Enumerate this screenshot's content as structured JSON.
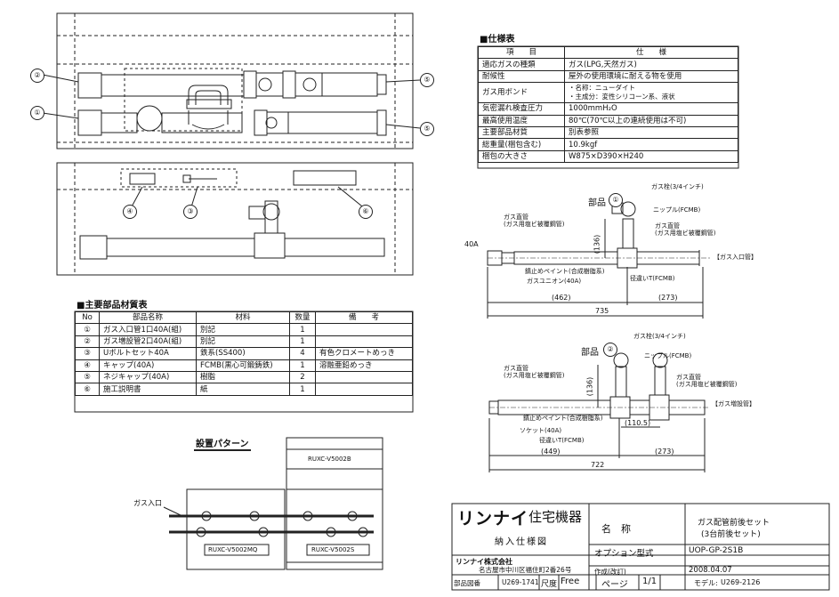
{
  "spec": {
    "title": "■仕様表",
    "headers": [
      "項　　目",
      "仕　　様"
    ],
    "rows": [
      [
        "適応ガスの種類",
        "ガス(LPG,天然ガス)"
      ],
      [
        "耐候性",
        "屋外の使用環境に耐える物を使用"
      ],
      [
        "ガス用ボンド",
        "・名称：ニューダイト\n・主成分：変性シリコーン系、液状"
      ],
      [
        "気密漏れ検査圧力",
        "1000mmH₂O"
      ],
      [
        "最高使用温度",
        "80℃(70℃以上の連続使用は不可)"
      ],
      [
        "主要部品材質",
        "別表参照"
      ],
      [
        "総重量(梱包含む)",
        "10.9kgf"
      ],
      [
        "梱包の大きさ",
        "W875×D390×H240"
      ]
    ]
  },
  "parts": {
    "title": "■主要部品材質表",
    "headers": [
      "No",
      "部品名称",
      "材料",
      "数量",
      "備　　考"
    ],
    "rows": [
      [
        "①",
        "ガス入口管1口40A(組)",
        "別記",
        "1",
        ""
      ],
      [
        "②",
        "ガス増設管2口40A(組)",
        "別記",
        "1",
        ""
      ],
      [
        "③",
        "Uボルトセット40A",
        "鉄系(SS400)",
        "4",
        "有色クロメートめっき"
      ],
      [
        "④",
        "キャップ(40A)",
        "FCMB(黒心可鍛鋳鉄)",
        "1",
        "溶融亜鉛めっき"
      ],
      [
        "⑤",
        "ネジキャップ(40A)",
        "樹脂",
        "2",
        ""
      ],
      [
        "⑥",
        "施工説明書",
        "紙",
        "1",
        ""
      ]
    ]
  },
  "package": {
    "callouts": [
      "①",
      "②",
      "③",
      "④",
      "⑤",
      "⑤",
      "⑥"
    ]
  },
  "partA": {
    "label": "部品",
    "num": "①",
    "gas_cock": "ガス栓(3/4インチ)",
    "nipple": "ニップル(FCMB)",
    "pipe_left": "ガス直管\n(ガス用塩ビ被覆鋼管)",
    "pipe_right": "ガス直管\n(ガス用塩ビ被覆鋼管)",
    "stop_paint": "錆止めペイント(合成樹脂系)",
    "union": "ガスユニオン(40A)",
    "tee": "径違いT(FCMB)",
    "side": "【ガス入口管】",
    "size": "40A",
    "dims": [
      "(136)",
      "(462)",
      "(273)",
      "735"
    ]
  },
  "partB": {
    "label": "部品",
    "num": "②",
    "gas_cock": "ガス栓(3/4インチ)",
    "nipple": "ニップル(FCMB)",
    "pipe_left": "ガス直管\n(ガス用塩ビ被覆鋼管)",
    "pipe_right": "ガス直管\n(ガス用塩ビ被覆鋼管)",
    "stop_paint": "錆止めペイント(合成樹脂系)",
    "socket": "ソケット(40A)",
    "tee": "径違いT(FCMB)",
    "side": "【ガス増設管】",
    "dims": [
      "(136)",
      "(110.5)",
      "(449)",
      "(273)",
      "722"
    ]
  },
  "install": {
    "title": "設置パターン",
    "gas_in": "ガス入口",
    "units": [
      "RUXC-V5002B",
      "RUXC-V5002MQ",
      "RUXC-V5002S"
    ]
  },
  "titleblock": {
    "brand": "リンナイ",
    "brand_sub": "住宅機器",
    "doc": "納入仕様図",
    "company": "リンナイ株式会社",
    "address": "名古屋市中川区福住町2番26号",
    "name_label": "名　称",
    "name_value1": "ガス配管前後セット",
    "name_value2": "(3台前後セット)",
    "option_label": "オプション型式",
    "option_value": "UOP-GP-2S1B",
    "date_label": "作成(改訂)",
    "date_value": "2008.04.07",
    "drawing_label": "部品図番",
    "drawing_value": "U269-1741",
    "scale_label": "尺度",
    "scale_value": "Free",
    "page_label": "ページ",
    "page_value": "1/1",
    "model_label": "モデル:",
    "model_value": "U269-2126"
  }
}
